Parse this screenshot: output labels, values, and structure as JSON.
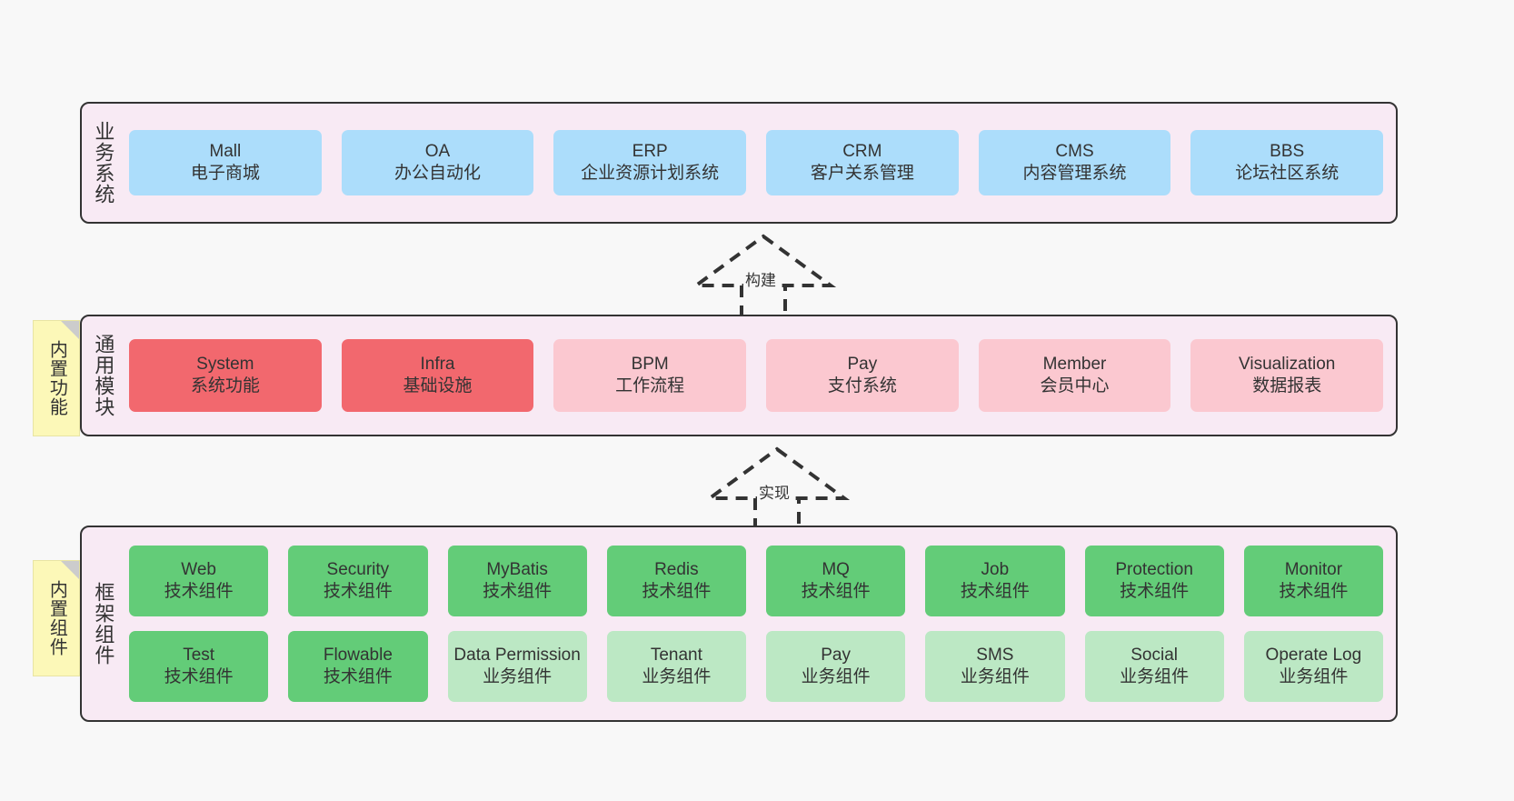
{
  "diagram": {
    "title": "",
    "background_color": "#f8f8f8",
    "layer_fill": "#f8eaf4",
    "layer_border": "#333333",
    "note_fill": "#fcf8b8"
  },
  "layers": [
    {
      "id": "business",
      "title": "业务系统",
      "note": null,
      "rows": [
        {
          "cells": [
            {
              "name": "Mall",
              "sub": "电子商城",
              "color": "#ACDDFB",
              "style": "c-blue"
            },
            {
              "name": "OA",
              "sub": "办公自动化",
              "color": "#ACDDFB",
              "style": "c-blue"
            },
            {
              "name": "ERP",
              "sub": "企业资源计划系统",
              "color": "#ACDDFB",
              "style": "c-blue"
            },
            {
              "name": "CRM",
              "sub": "客户关系管理",
              "color": "#ACDDFB",
              "style": "c-blue"
            },
            {
              "name": "CMS",
              "sub": "内容管理系统",
              "color": "#ACDDFB",
              "style": "c-blue"
            },
            {
              "name": "BBS",
              "sub": "论坛社区系统",
              "color": "#ACDDFB",
              "style": "c-blue"
            }
          ]
        }
      ]
    },
    {
      "id": "common",
      "title": "通用模块",
      "note": "内置功能",
      "rows": [
        {
          "cells": [
            {
              "name": "System",
              "sub": "系统功能",
              "color": "#F2686E",
              "style": "c-red"
            },
            {
              "name": "Infra",
              "sub": "基础设施",
              "color": "#F2686E",
              "style": "c-red"
            },
            {
              "name": "BPM",
              "sub": "工作流程",
              "color": "#FBC8D0",
              "style": "c-pink"
            },
            {
              "name": "Pay",
              "sub": "支付系统",
              "color": "#FBC8D0",
              "style": "c-pink"
            },
            {
              "name": "Member",
              "sub": "会员中心",
              "color": "#FBC8D0",
              "style": "c-pink"
            },
            {
              "name": "Visualization",
              "sub": "数据报表",
              "color": "#FBC8D0",
              "style": "c-pink"
            }
          ]
        }
      ]
    },
    {
      "id": "frame",
      "title": "框架组件",
      "note": "内置组件",
      "rows": [
        {
          "cells": [
            {
              "name": "Web",
              "sub": "技术组件",
              "color": "#63CC78",
              "style": "c-green"
            },
            {
              "name": "Security",
              "sub": "技术组件",
              "color": "#63CC78",
              "style": "c-green"
            },
            {
              "name": "MyBatis",
              "sub": "技术组件",
              "color": "#63CC78",
              "style": "c-green"
            },
            {
              "name": "Redis",
              "sub": "技术组件",
              "color": "#63CC78",
              "style": "c-green"
            },
            {
              "name": "MQ",
              "sub": "技术组件",
              "color": "#63CC78",
              "style": "c-green"
            },
            {
              "name": "Job",
              "sub": "技术组件",
              "color": "#63CC78",
              "style": "c-green"
            },
            {
              "name": "Protection",
              "sub": "技术组件",
              "color": "#63CC78",
              "style": "c-green"
            },
            {
              "name": "Monitor",
              "sub": "技术组件",
              "color": "#63CC78",
              "style": "c-green"
            }
          ]
        },
        {
          "cells": [
            {
              "name": "Test",
              "sub": "技术组件",
              "color": "#63CC78",
              "style": "c-green"
            },
            {
              "name": "Flowable",
              "sub": "技术组件",
              "color": "#63CC78",
              "style": "c-green"
            },
            {
              "name": "Data Permission",
              "sub": "业务组件",
              "color": "#BCE8C4",
              "style": "c-lightgreen"
            },
            {
              "name": "Tenant",
              "sub": "业务组件",
              "color": "#BCE8C4",
              "style": "c-lightgreen"
            },
            {
              "name": "Pay",
              "sub": "业务组件",
              "color": "#BCE8C4",
              "style": "c-lightgreen"
            },
            {
              "name": "SMS",
              "sub": "业务组件",
              "color": "#BCE8C4",
              "style": "c-lightgreen"
            },
            {
              "name": "Social",
              "sub": "业务组件",
              "color": "#BCE8C4",
              "style": "c-lightgreen"
            },
            {
              "name": "Operate Log",
              "sub": "业务组件",
              "color": "#BCE8C4",
              "style": "c-lightgreen"
            }
          ]
        }
      ]
    }
  ],
  "connectors": [
    {
      "id": "build",
      "label": "构建",
      "from": "common",
      "to": "business",
      "style": "dashed-generalization",
      "direction": "up"
    },
    {
      "id": "impl",
      "label": "实现",
      "from": "frame",
      "to": "common",
      "style": "dashed-generalization",
      "direction": "up"
    }
  ]
}
